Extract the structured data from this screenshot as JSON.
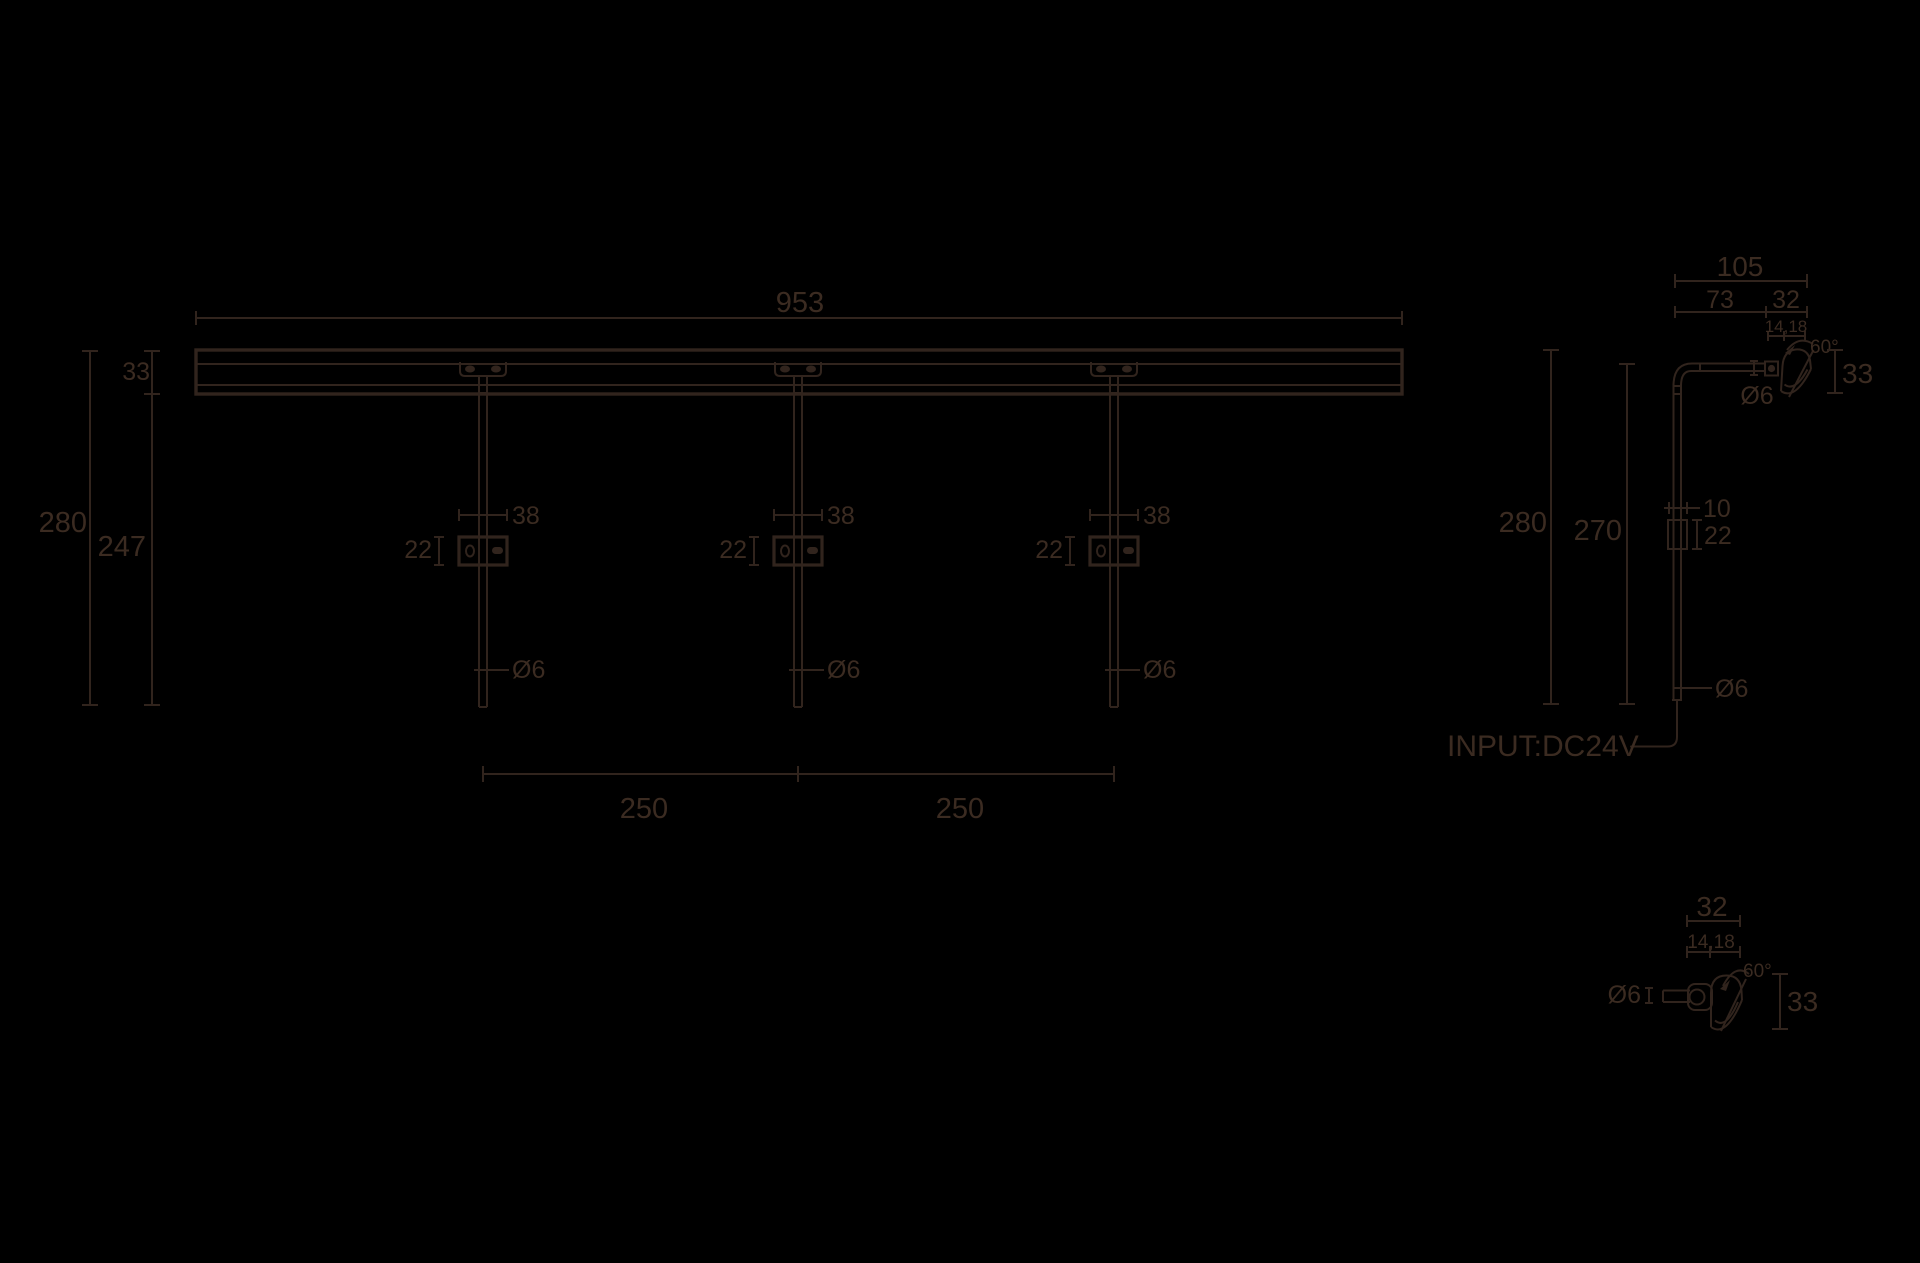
{
  "colors": {
    "background": "#000000",
    "line": "#31241d",
    "text": "#3b2b21"
  },
  "front_view": {
    "dims": {
      "overall_width": "953",
      "rail_height": "33",
      "total_height": "280",
      "drop_height": "247",
      "plate_width": "38",
      "plate_height": "22",
      "rod_diameter": "Ø6",
      "spacing_left": "250",
      "spacing_right": "250"
    }
  },
  "side_view": {
    "dims": {
      "overall_depth": "105",
      "arm_length": "73",
      "head_depth": "32",
      "head_split": "14,18",
      "beam_angle": "60°",
      "head_height": "33",
      "arm_diameter": "Ø6",
      "adapter_offset": "10",
      "adapter_height": "22",
      "rod_diameter": "Ø6",
      "total_height": "280",
      "pole_height": "270"
    },
    "input_label": "INPUT:DC24V"
  },
  "head_detail": {
    "dims": {
      "head_depth": "32",
      "head_split": "14,18",
      "beam_angle": "60°",
      "head_height": "33",
      "pin_diameter": "Ø6"
    }
  }
}
